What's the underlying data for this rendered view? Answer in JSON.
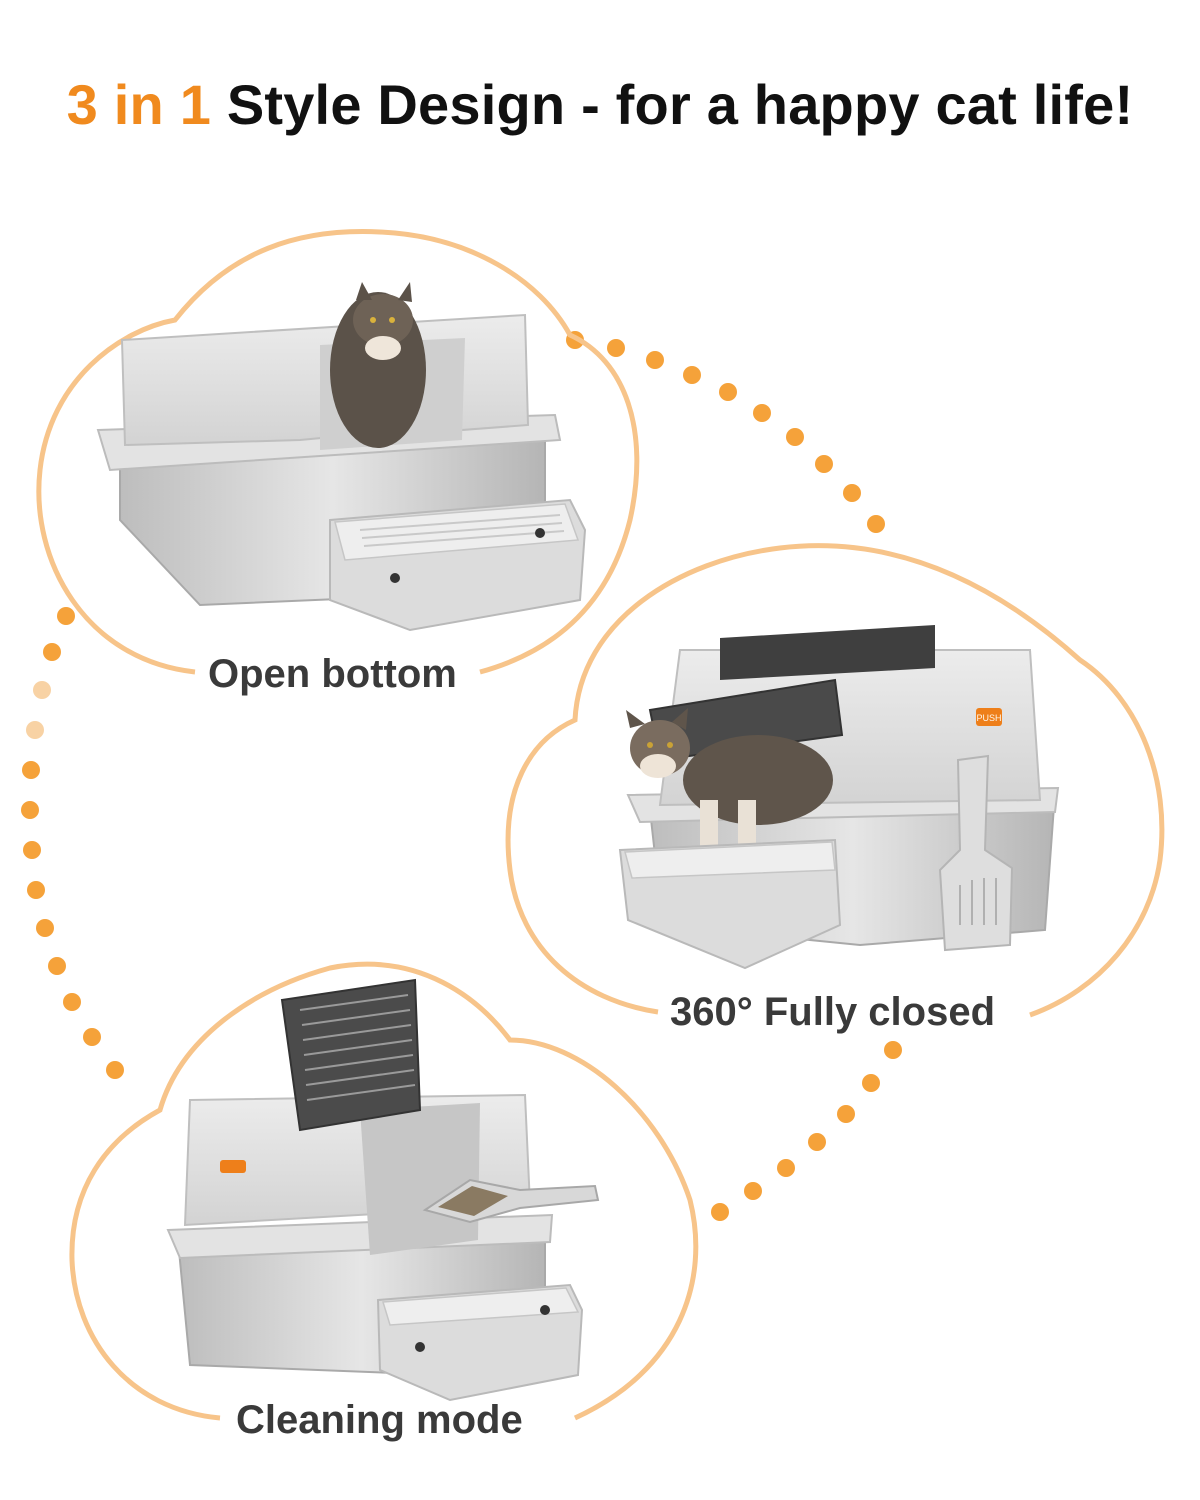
{
  "header": {
    "accent": "3 in 1",
    "rest": "Style Design - for a happy cat life!"
  },
  "modes": [
    {
      "label": "Open bottom",
      "icon": "open-litter-box-with-cat"
    },
    {
      "label": "360° Fully closed",
      "icon": "closed-litter-box-with-cat-exiting"
    },
    {
      "label": "Cleaning mode",
      "icon": "litter-box-with-open-lid-and-scoop"
    }
  ],
  "badge": {
    "push_text": "PUSH"
  },
  "colors": {
    "accent": "#f08a1e",
    "cloud_outline": "#f7c48a",
    "dots": "#f5a23a",
    "box_gray": "#d9d9d9",
    "steel": "#c8c8c8"
  }
}
